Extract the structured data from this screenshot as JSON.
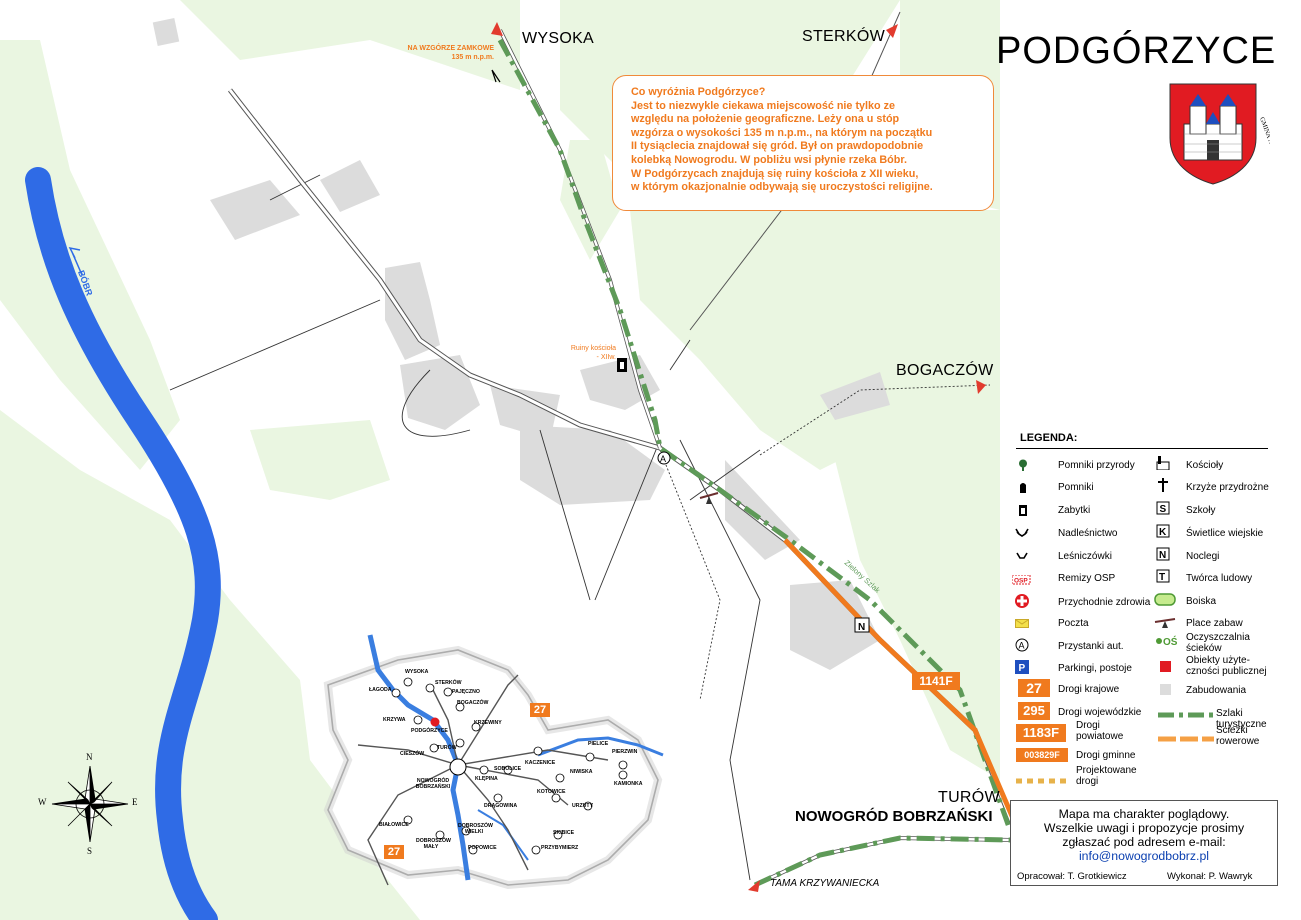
{
  "title": "PODGÓRZYCE",
  "emblem": {
    "caption": "GMINA NOWOGRÓD BOBRZAŃSKI",
    "colors": {
      "shield": "#e11b22",
      "wall": "#ffffff",
      "dome": "#1e4fbf"
    }
  },
  "info": {
    "lines": [
      "Co wyróżnia Podgórzyce?",
      "Jest to niezwykle ciekawa miejscowość nie tylko ze",
      "względu na położenie geograficzne. Leży ona u stóp",
      "wzgórza o wysokości 135 m n.p.m., na którym na początku",
      "II tysiąclecia znajdował się gród. Był on prawdopodobnie",
      "kolebką Nowogrodu. W pobliżu wsi płynie rzeka Bóbr.",
      "W Podgórzycach znajdują się ruiny kościoła z XII wieku,",
      "w którym okazjonalnie odbywają się uroczystości religijne."
    ]
  },
  "places": {
    "wysoka": "WYSOKA",
    "sterkow": "STERKÓW",
    "bogaczow": "BOGACZÓW",
    "turow": "TURÓW",
    "nowogrod": "NOWOGRÓD BOBRZAŃSKI",
    "tama": "TAMA KRZYWANIECKA",
    "river": "BÓBR",
    "hill_line1": "NA WZGÓRZE ZAMKOWE",
    "hill_line2": "135 m n.p.m.",
    "ruins_line1": "Ruiny kościoła",
    "ruins_line2": "- XIIw.",
    "trail": "Zielony Szlak",
    "road_1141F": "1141F"
  },
  "legend": {
    "title": "LEGENDA:",
    "left": [
      {
        "label": "Pomniki przyrody",
        "icon": "tree-icon"
      },
      {
        "label": "Pomniki",
        "icon": "monument-icon"
      },
      {
        "label": "Zabytki",
        "icon": "heritage-icon"
      },
      {
        "label": "Nadleśnictwo",
        "icon": "antlers-icon"
      },
      {
        "label": "Leśniczówki",
        "icon": "antlers-small-icon"
      },
      {
        "label": "Remizy OSP",
        "icon": "fire-station-icon"
      },
      {
        "label": "Przychodnie zdrowia",
        "icon": "medical-cross-icon"
      },
      {
        "label": "Poczta",
        "icon": "post-icon"
      },
      {
        "label": "Przystanki aut.",
        "icon": "bus-stop-icon"
      },
      {
        "label": "Parkingi, postoje",
        "icon": "parking-icon"
      },
      {
        "label": "Drogi krajowe",
        "badge": "27"
      },
      {
        "label": "Drogi wojewódzkie",
        "badge": "295"
      },
      {
        "label": "Drogi powiatowe",
        "badge": "1183F"
      },
      {
        "label": "Drogi gminne",
        "badge": "003829F"
      },
      {
        "label": "Projektowane drogi",
        "icon": "planned-road-icon"
      }
    ],
    "right": [
      {
        "label": "Kościoły",
        "icon": "church-icon"
      },
      {
        "label": "Krzyże przydrożne",
        "icon": "cross-icon"
      },
      {
        "label": "Szkoły",
        "icon": "school-icon"
      },
      {
        "label": "Świetlice wiejskie",
        "icon": "community-hall-icon"
      },
      {
        "label": "Noclegi",
        "icon": "lodging-icon"
      },
      {
        "label": "Twórca ludowy",
        "icon": "folk-artist-icon"
      },
      {
        "label": "Boiska",
        "icon": "sports-field-icon"
      },
      {
        "label": "Place zabaw",
        "icon": "playground-icon"
      },
      {
        "label": "Oczyszczalnia ścieków",
        "icon": "sewage-plant-icon"
      },
      {
        "label": "Obiekty użyte-czności publicznej",
        "icon": "public-building-icon"
      },
      {
        "label": "Zabudowania",
        "icon": "buildings-icon"
      },
      {
        "label": "Szlaki turystyczne",
        "icon": "tourist-trail-icon"
      },
      {
        "label": "Ścieżki rowerowe",
        "icon": "bike-path-icon"
      }
    ]
  },
  "note": {
    "line1": "Mapa ma charakter poglądowy.",
    "line2": "Wszelkie uwagi i propozycje prosimy",
    "line3": "zgłaszać pod adresem e-mail:",
    "email": "info@nowogrodbobrz.pl",
    "prepared": "Opracował: T. Grotkiewicz",
    "made": "Wykonał: P. Wawryk"
  },
  "compass": {
    "n": "N",
    "s": "S",
    "e": "E",
    "w": "W"
  },
  "inset": {
    "villages": [
      "WYSOKA",
      "STERKÓW",
      "ŁAGODA",
      "PAJĘCZNO",
      "BOGACZÓW",
      "KRZYWA",
      "PODGÓRZYCE",
      "KRZEWINY",
      "TURÓW",
      "CIESZÓW",
      "NOWOGRÓD BOBRZAŃSKI",
      "KLĘPINA",
      "SOBOLICE",
      "KACZENICE",
      "PIELICE",
      "PIERZWIN",
      "NIWISKA",
      "KAMIONKA",
      "KOTOWICE",
      "DRĄGOWINA",
      "URZUTY",
      "BIAŁOWICE",
      "DOBROSZÓW MAŁY",
      "DOBROSZÓW WIELKI",
      "POPOWICE",
      "SKIBICE",
      "PRZYBYMIERZ"
    ],
    "road27a": "27",
    "road27b": "27",
    "colors": {
      "river": "#3a7ee0",
      "road": "#f07a1e",
      "highlight": "#e11b22"
    }
  },
  "colors": {
    "forest": "#e8f5df",
    "buildings": "#dcdcdc",
    "river": "#2f6be6",
    "trail": "#5e9a58",
    "county_road": "#f07a1e",
    "accent_text": "#f07a1e"
  }
}
